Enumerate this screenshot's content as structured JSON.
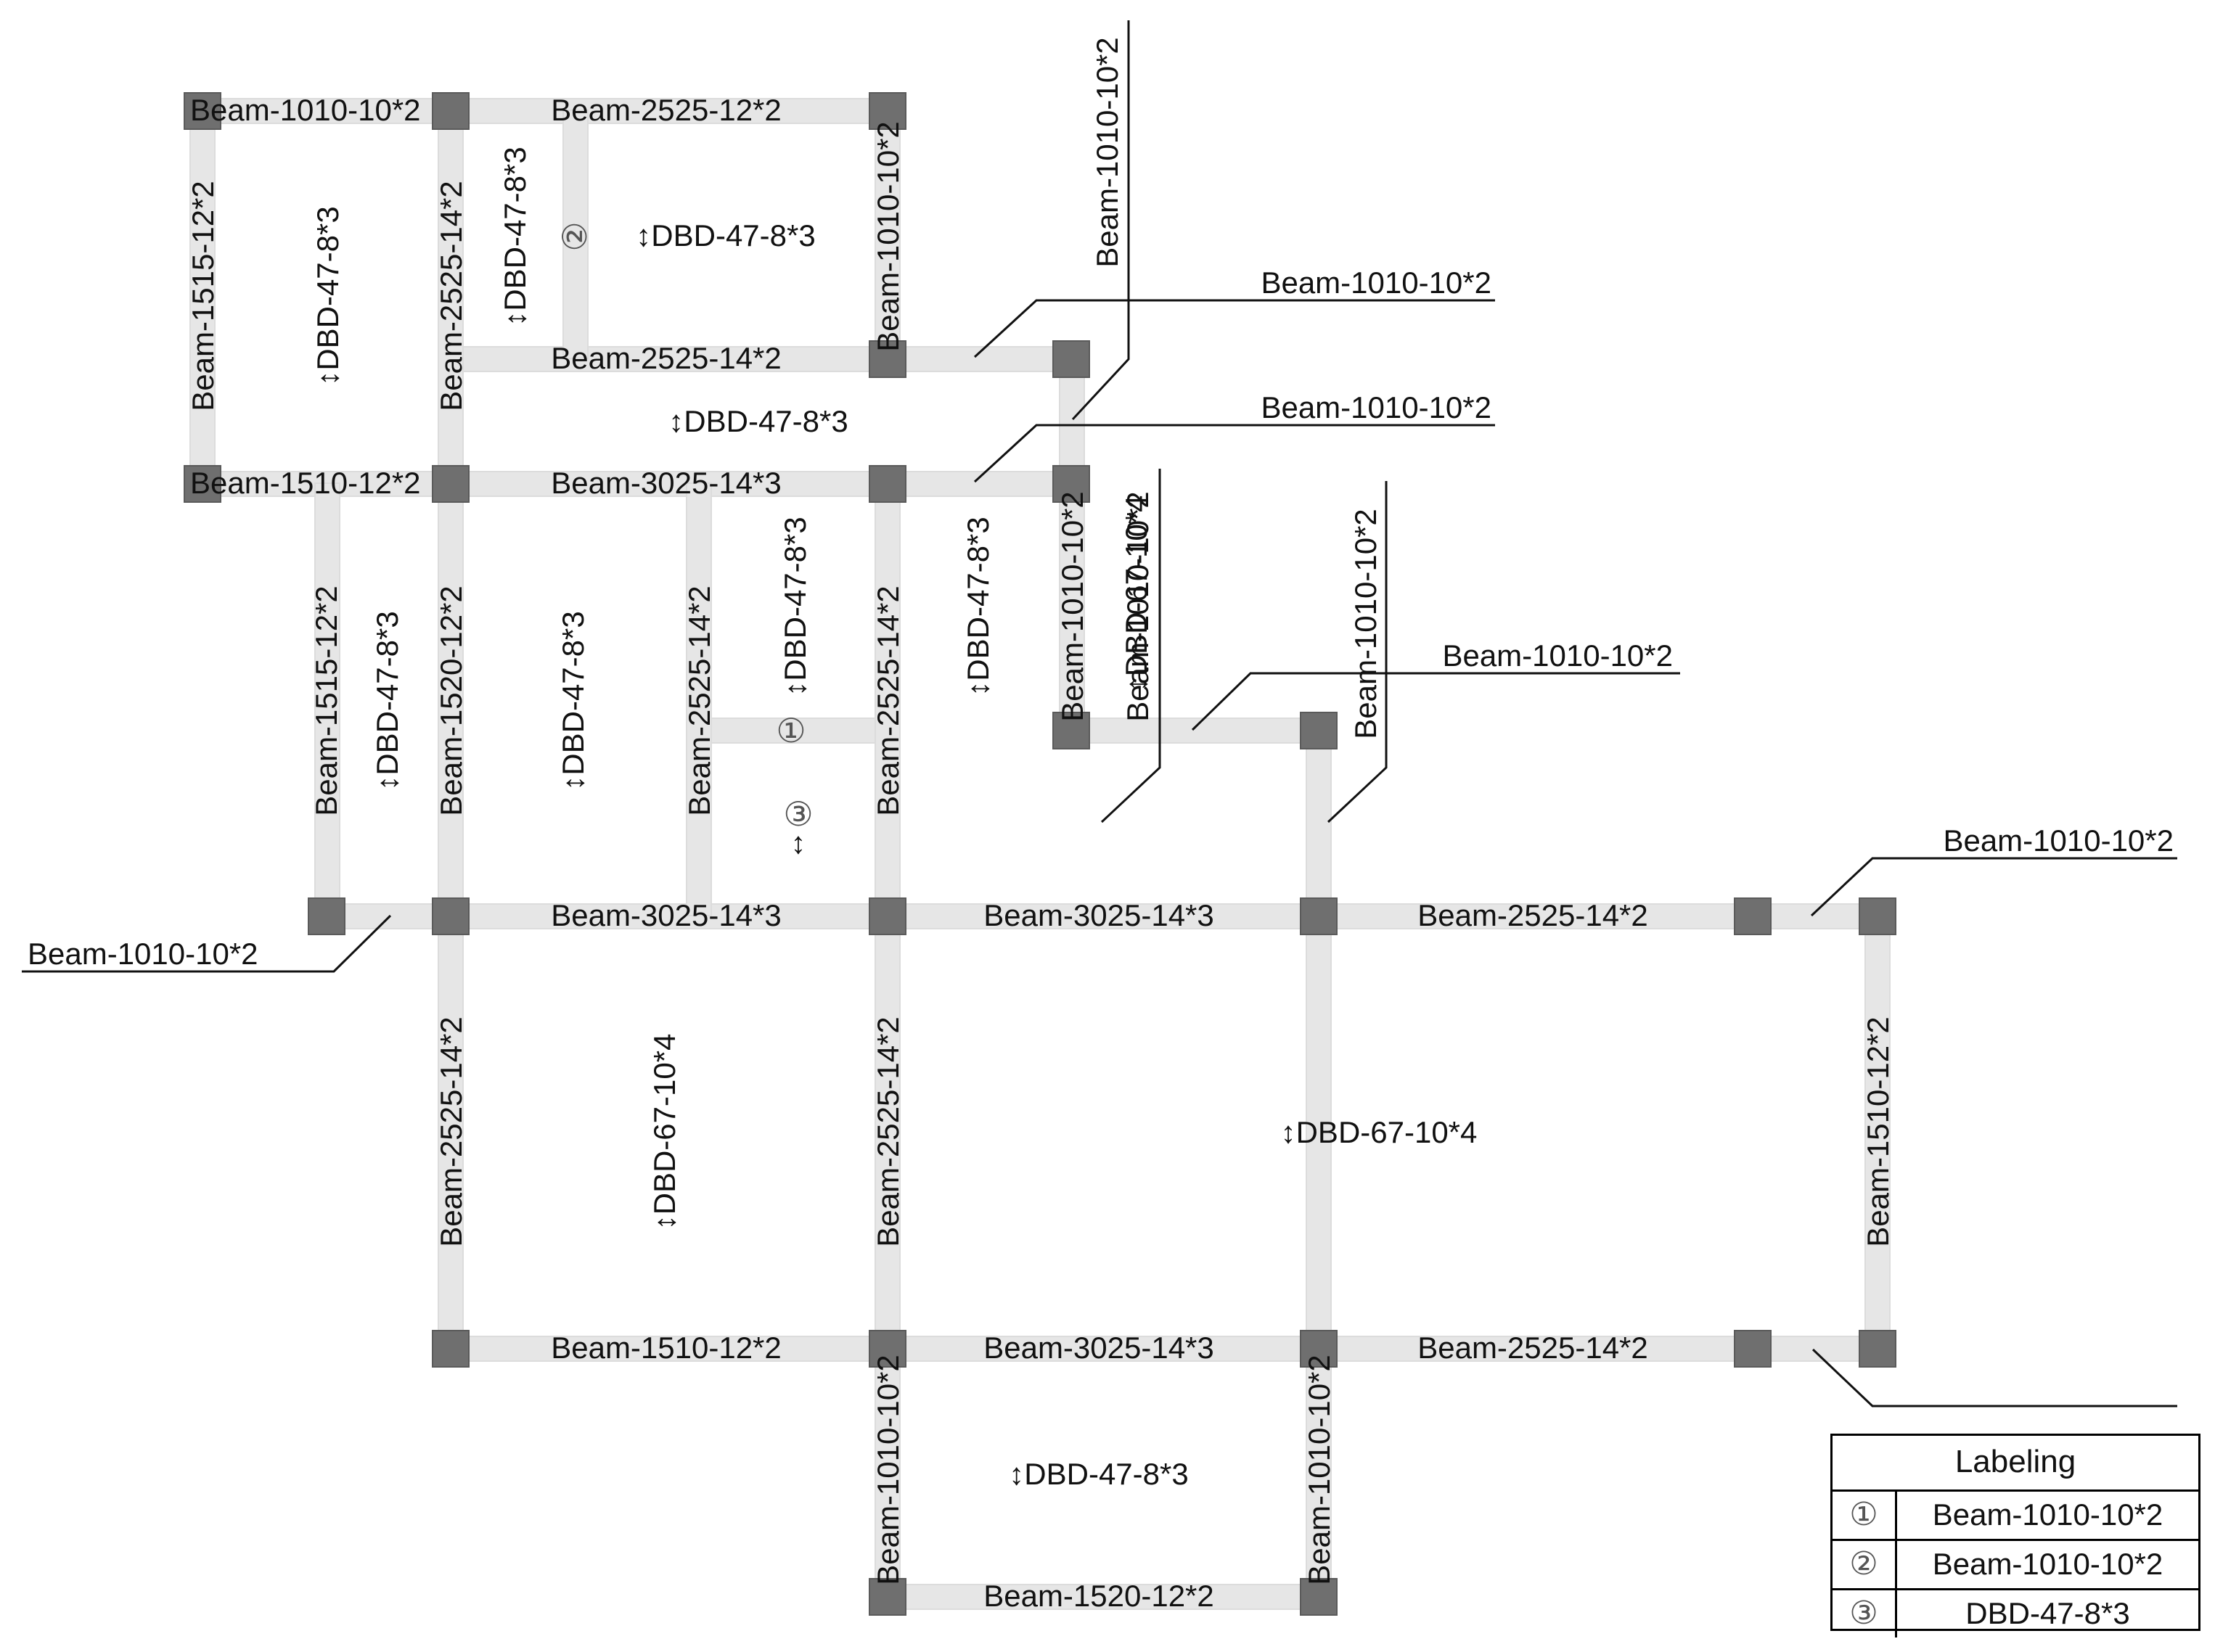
{
  "legend": {
    "title": "Labeling",
    "rows": [
      {
        "symbol": "①",
        "text": "Beam-1010-10*2"
      },
      {
        "symbol": "②",
        "text": "Beam-1010-10*2"
      },
      {
        "symbol": "③",
        "text": "DBD-47-8*3"
      }
    ]
  },
  "beam_labels": {
    "b_top_left": "Beam-1010-10*2",
    "b_top_right": "Beam-2525-12*2",
    "b_v_1515_top": "Beam-1515-12*2",
    "b_v_2525_14_left": "Beam-2525-14*2",
    "b_v_1010_top": "Beam-1010-10*2",
    "b_h_2525_14_mid": "Beam-2525-14*2",
    "b_h_1510_left": "Beam-1510-12*2",
    "b_h_3025_upper": "Beam-3025-14*3",
    "b_v_1515_mid": "Beam-1515-12*2",
    "b_v_1520_mid": "Beam-1520-12*2",
    "b_v_2525_short": "Beam-2525-14*2",
    "b_v_2525_center": "Beam-2525-14*2",
    "b_v_1010_col": "Beam-1010-10*2",
    "b_h_3025_a": "Beam-3025-14*3",
    "b_h_3025_b": "Beam-3025-14*3",
    "b_h_2525_right": "Beam-2525-14*2",
    "b_v_2525_lower_left": "Beam-2525-14*2",
    "b_v_2525_lower_center": "Beam-2525-14*2",
    "b_v_1510_right": "Beam-1510-12*2",
    "b_h_1510_bottom": "Beam-1510-12*2",
    "b_h_3025_bottom": "Beam-3025-14*3",
    "b_h_2525_bottom": "Beam-2525-14*2",
    "b_v_1010_bottom_left": "Beam-1010-10*2",
    "b_v_1010_bottom_right": "Beam-1010-10*2",
    "b_h_1520_bottom": "Beam-1520-12*2"
  },
  "leader_labels": {
    "l_vertical_top": "Beam-1010-10*2",
    "l_right_1": "Beam-1010-10*2",
    "l_right_2": "Beam-1010-10*2",
    "l_vertical_mid": "Beam-1010-10*2",
    "l_right_3": "Beam-1010-10*2",
    "l_right_4": "Beam-1010-10*2",
    "l_left": "Beam-1010-10*2",
    "l_bottom_right": "Beam-1010-10*2"
  },
  "slab_labels": {
    "s_top_left": "↕DBD-47-8*3",
    "s_top_mid_v": "↕DBD-47-8*3",
    "s_top_right": "↕DBD-47-8*3",
    "s_middle_band": "↕DBD-47-8*3",
    "s_mid_left": "↕DBD-47-8*3",
    "s_mid_center": "↕DBD-47-8*3",
    "s_mid_small": "↕DBD-47-8*3",
    "s_mid_right": "↕DBD-47-8*3",
    "s_67_upper": "↕DBD-67-10*4",
    "s_67_lower_left": "↕DBD-67-10*4",
    "s_67_lower_right": "↕DBD-67-10*4",
    "s_bottom": "↕DBD-47-8*3",
    "s_arrow_only": "↕"
  },
  "markers": {
    "m1": "①",
    "m2": "②",
    "m3": "③"
  }
}
